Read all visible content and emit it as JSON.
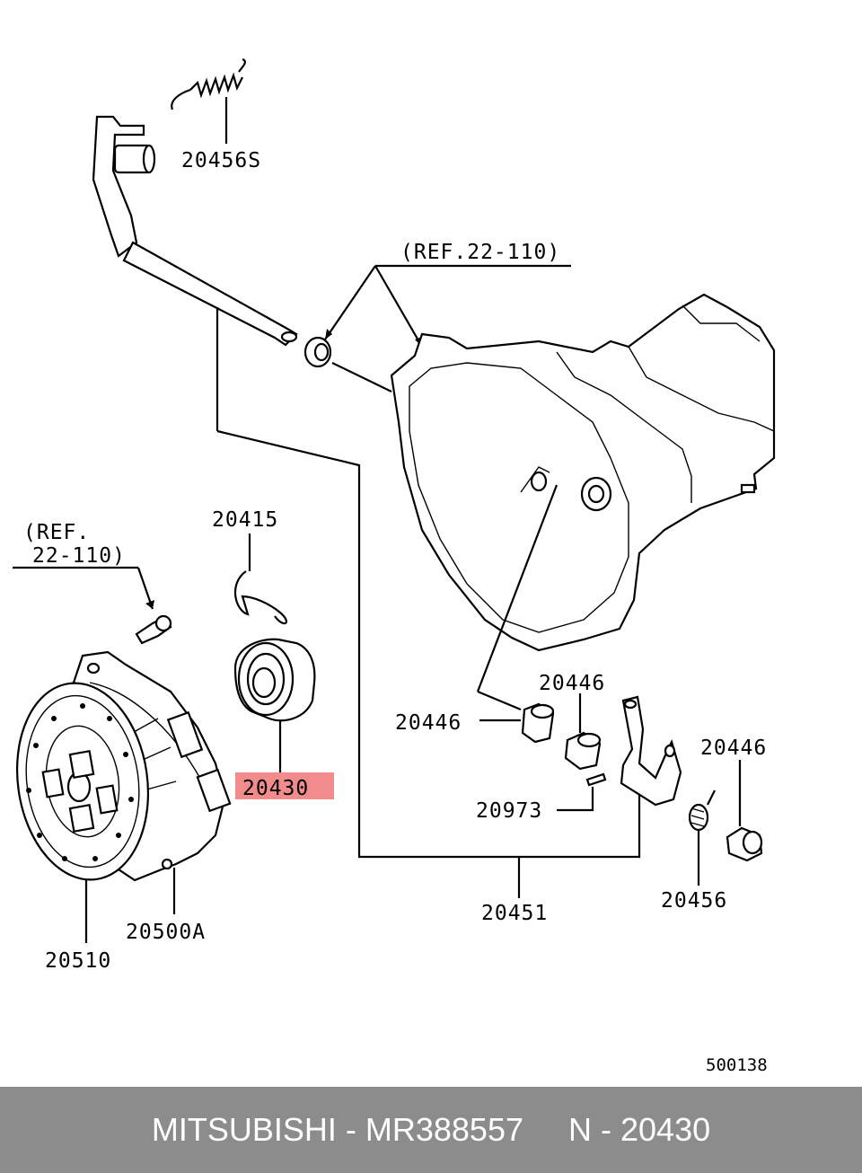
{
  "diagram": {
    "labels": {
      "spring_top": "20456S",
      "ref_top": "(REF.22-110)",
      "ref_left_1": "(REF.",
      "ref_left_2": "22-110)",
      "clip": "20415",
      "bearing": "20430",
      "bushing_a": "20446",
      "bushing_b": "20446",
      "bushing_c": "20446",
      "pin": "20973",
      "fork": "20451",
      "spring_small": "20456",
      "cover": "20500A",
      "disc": "20510",
      "drawing_no": "500138"
    },
    "highlight_color": "#f28b8b"
  },
  "footer": {
    "text": "MITSUBISHI - MR388557     N - 20430"
  }
}
